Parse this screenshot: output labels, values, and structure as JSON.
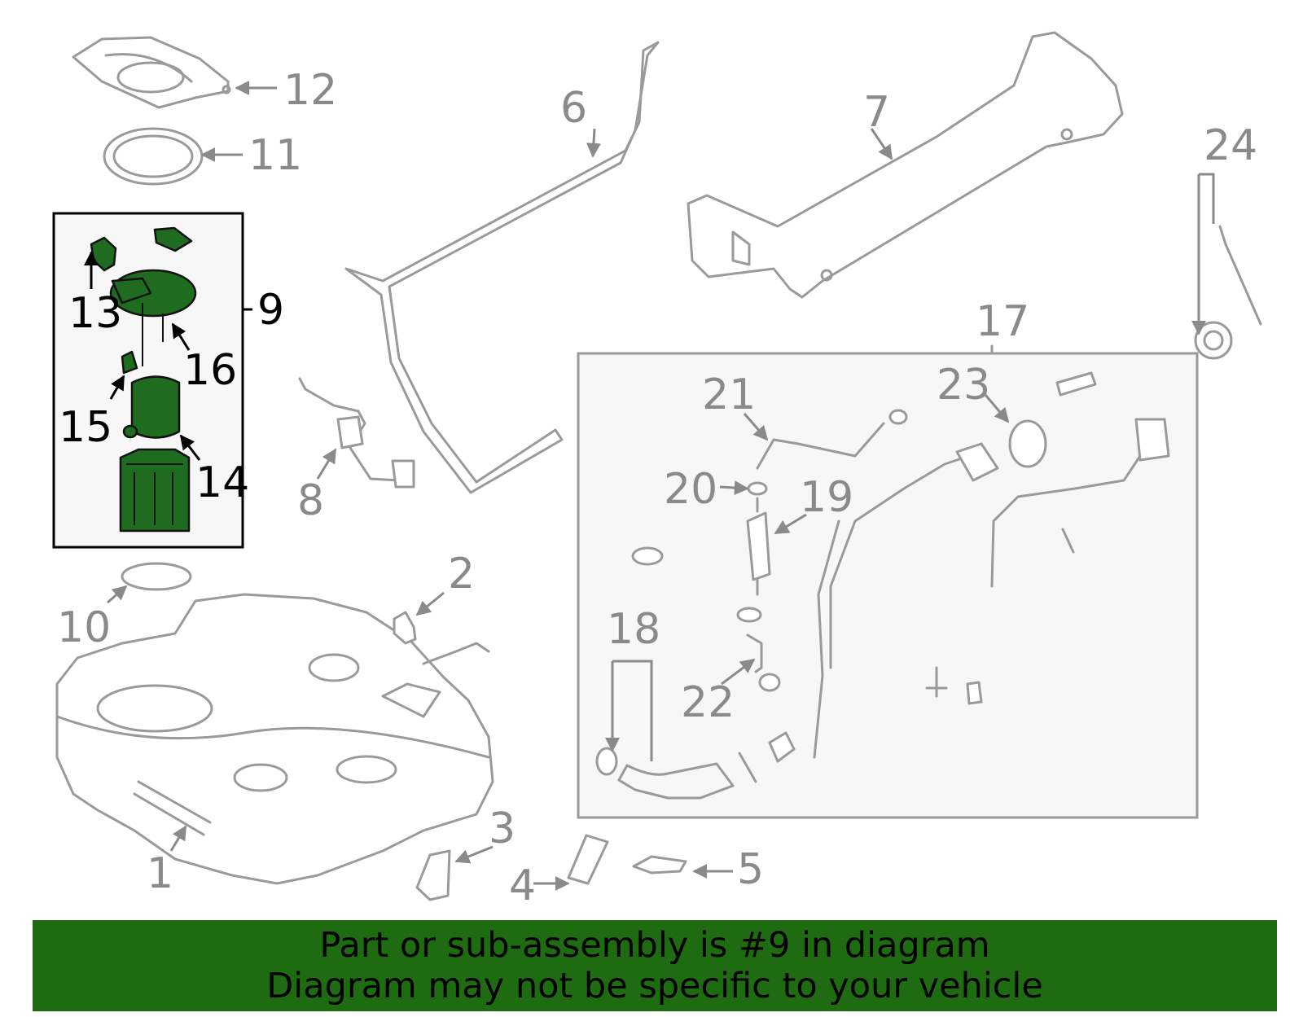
{
  "callouts": {
    "c1": "1",
    "c2": "2",
    "c3": "3",
    "c4": "4",
    "c5": "5",
    "c6": "6",
    "c7": "7",
    "c8": "8",
    "c9": "9",
    "c10": "10",
    "c11": "11",
    "c12": "12",
    "c13": "13",
    "c14": "14",
    "c15": "15",
    "c16": "16",
    "c17": "17",
    "c18": "18",
    "c19": "19",
    "c20": "20",
    "c21": "21",
    "c22": "22",
    "c23": "23",
    "c24": "24"
  },
  "banner": {
    "line1": "Part or sub-assembly is #9 in diagram",
    "line2": "Diagram may not be specific to your vehicle"
  },
  "colors": {
    "highlight": "#1f6b1f",
    "banner": "#1f6b11",
    "outline": "#9a9a9a"
  }
}
